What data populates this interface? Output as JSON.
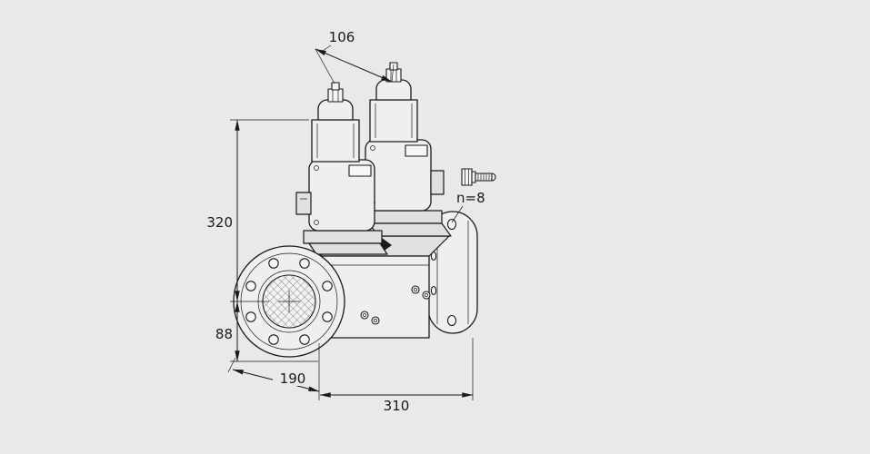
{
  "canvas": {
    "background": "#e9e9e9",
    "line_color": "#1a1a1a"
  },
  "drawing": {
    "labels": {
      "dim_solenoid_spacing": "106",
      "dim_height_upper": "320",
      "dim_height_lower": "88",
      "dim_depth": "190",
      "dim_width": "310",
      "bolt_count": "n=8"
    }
  }
}
